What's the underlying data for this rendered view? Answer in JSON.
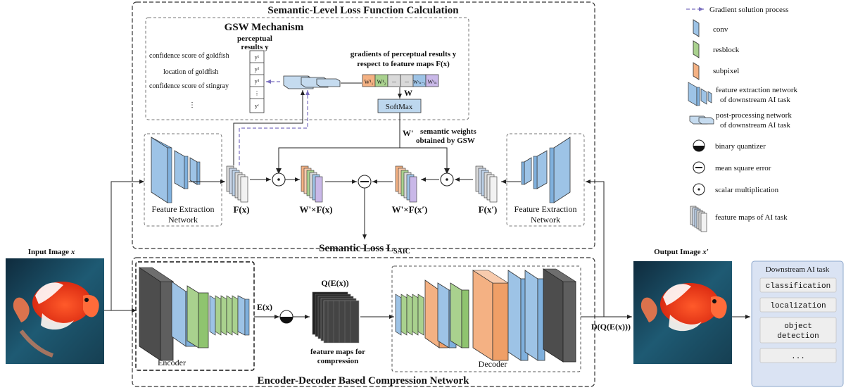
{
  "top_box": {
    "title": "Semantic-Level Loss Function Calculation",
    "bottom_label_main": "Semantic Loss L",
    "bottom_label_sub": "SAIC"
  },
  "gsw": {
    "title": "GSW Mechanism",
    "perceptual_label_1": "perceptual",
    "perceptual_label_2": "results y",
    "rows": [
      "confidence score of goldfish",
      "location of goldfish",
      "confidence score of stingray",
      "⋮"
    ],
    "y_cells": [
      "y¹",
      "y²",
      "y³",
      "⋮",
      "yᶜ"
    ],
    "gradients_label_1": "gradients of  perceptual results y",
    "gradients_label_2": "respect to feature maps F(x)",
    "w_cells": [
      "W¹₁",
      "W¹₂",
      "...",
      "...",
      "Wᶜₙ₋₁",
      "Wᶜₙ"
    ],
    "w_label": "W",
    "softmax": "SoftMax",
    "w_prime": "W'",
    "semantic_weights_1": "semantic weights",
    "semantic_weights_2": "obtained by GSW"
  },
  "flow_labels": {
    "fe_left": [
      "Feature Extraction",
      "Network"
    ],
    "fe_right": [
      "Feature Extraction",
      "Network"
    ],
    "fx": "F(x)",
    "wfx": "W'×F(x)",
    "wfx_prime": "W'×F(x′)",
    "fx_prime": "F(x′)"
  },
  "bottom_box": {
    "title": "Encoder-Decoder Based Compression Network",
    "encoder": "Encoder",
    "decoder": "Decoder",
    "ex": "E(x)",
    "qex": "Q(E(x))",
    "fm_compress_1": "feature maps for",
    "fm_compress_2": "compression",
    "dqex": "D(Q(E(x)))"
  },
  "images": {
    "input_label": "Input Image ",
    "input_var": "x",
    "output_label": "Output Image ",
    "output_var": "x′"
  },
  "legend": {
    "items": [
      "Gradient solution process",
      "conv",
      "resblock",
      "subpixel",
      "feature extraction network",
      "of downstream AI task",
      "post-processing network",
      "of downstream AI task",
      "binary quantizer",
      "mean square error",
      "scalar multiplication",
      "feature maps of AI task"
    ]
  },
  "downstream": {
    "title": "Downstream AI task",
    "tasks": [
      "classification",
      "localization",
      "object",
      "detection",
      "..."
    ]
  },
  "colors": {
    "conv": "#9dc3e6",
    "resblock": "#a9d18e",
    "subpixel": "#f4b183",
    "dark": "#4d4d4d",
    "gradient_arrow": "#7a6fbf",
    "panel": "#dae3f3"
  }
}
